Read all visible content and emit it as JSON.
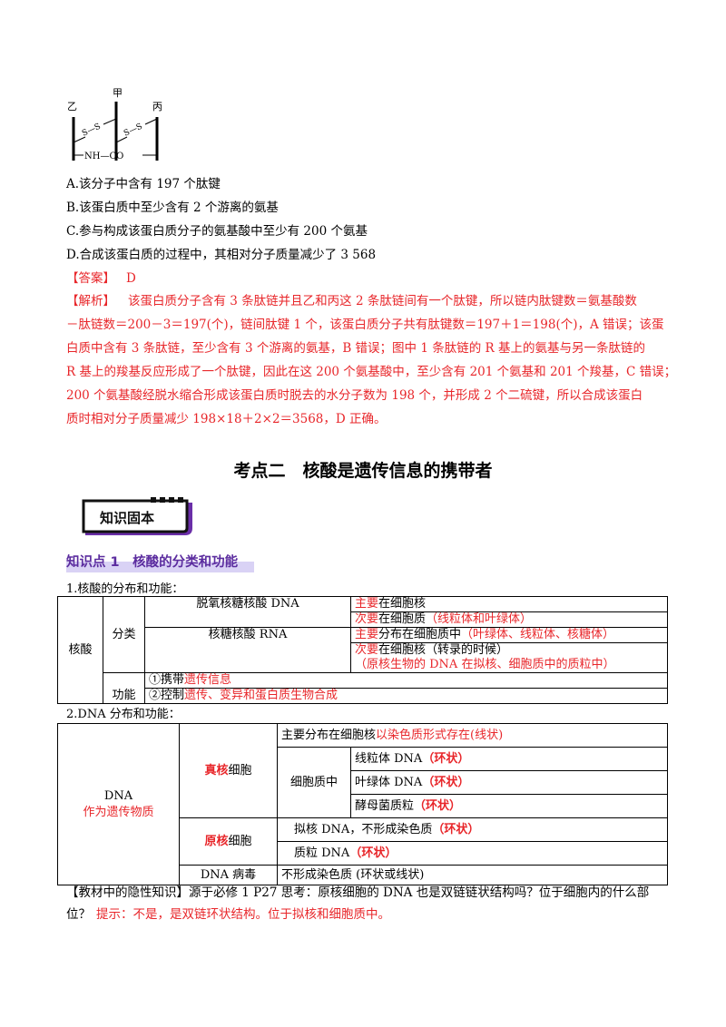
{
  "diagram": {
    "label_yi": "乙",
    "label_jia": "甲",
    "label_bing": "丙",
    "bond_left": "S—S",
    "bond_right": "S—S",
    "bottom_bond": "NH—CO"
  },
  "options": {
    "a": "A.该分子中含有 197 个肽键",
    "b": "B.该蛋白质中至少含有 2 个游离的氨基",
    "c": "C.参与构成该蛋白质分子的氨基酸中至少有 200 个氨基",
    "d": "D.合成该蛋白质的过程中，其相对分子质量减少了 3  568"
  },
  "answer": {
    "label": "【答案】",
    "value": "D"
  },
  "explanation": {
    "label": "【解析】",
    "line1": "该蛋白质分子含有 3 条肽链并且乙和丙这 2 条肽链间有一个肽键，所以链内肽键数＝氨基酸数",
    "line2": "－肽链数＝200－3＝197(个)，链间肽键 1 个，该蛋白质分子共有肽键数＝197＋1＝198(个)，A 错误；该蛋",
    "line3": "白质中含有 3 条肽链，至少含有 3 个游离的氨基，B 错误；图中 1 条肽链的 R 基上的氨基与另一条肽链的",
    "line4": "R 基上的羧基反应形成了一个肽键，因此在这 200 个氨基酸中，至少含有 201 个氨基和 201 个羧基，C 错误；",
    "line5": "200 个氨基酸经脱水缩合形成该蛋白质时脱去的水分子数为 198 个，并形成 2 个二硫键，所以合成该蛋白",
    "line6": "质时相对分子质量减少 198×18＋2×2＝3568，D 正确。"
  },
  "section_title": "考点二　核酸是遗传信息的携带者",
  "badge": "知识固本",
  "knowledge_point": "知识点 1　核酸的分类和功能",
  "table1": {
    "caption": "1.核酸的分布和功能：",
    "col_main": "核酸",
    "col_class": "分类",
    "col_func": "功能",
    "dna_name": "脱氧核糖核酸 DNA",
    "dna_main_red": "主要",
    "dna_main_rest": "在细胞核",
    "dna_sec_red": "次要",
    "dna_sec_black": "在细胞质",
    "dna_sec_red2": "（线粒体和叶绿体）",
    "rna_name": "核糖核酸 RNA",
    "rna_main_red": "主要",
    "rna_main_black": "分布在细胞质中",
    "rna_main_red2": "（叶绿体、线粒体、核糖体）",
    "rna_sec_red": "次要",
    "rna_sec_black": "在细胞核（转录的时候）",
    "rna_sec_red2": "（原核生物的 DNA 在拟核、细胞质中的质粒中）",
    "func1_black": "①携带",
    "func1_red": "遗传信息",
    "func2_black": "②控制",
    "func2_red": "遗传、变异和蛋白质生物合成"
  },
  "table2": {
    "caption": "2.DNA 分布和功能：",
    "dna": "DNA",
    "dna_role": "作为遗传物质",
    "euk_red": "真核",
    "euk_black": "细胞",
    "euk_nucleus_black": "主要分布在细胞核",
    "euk_nucleus_red": "以染色质形式存在(线状)",
    "cytoplasm": "细胞质中",
    "mito": "线粒体 DNA",
    "chloro": "叶绿体 DNA",
    "yeast": "酵母菌质粒",
    "ring": "（环状）",
    "prok_red": "原核",
    "prok_black": "细胞",
    "nucleoid": "拟核 DNA，不形成染色质",
    "plasmid": "质粒 DNA",
    "virus": "DNA 病毒",
    "virus_desc": "不形成染色质 (环状或线状)"
  },
  "hidden": {
    "label": "【教材中的隐性知识】",
    "question": "源于必修 1 P27 思考：原核细胞的 DNA 也是双链链状结构吗？位于细胞内的什么部",
    "question2": "位？",
    "answer": "提示：不是，是双链环状结构。位于拟核和细胞质中。"
  }
}
